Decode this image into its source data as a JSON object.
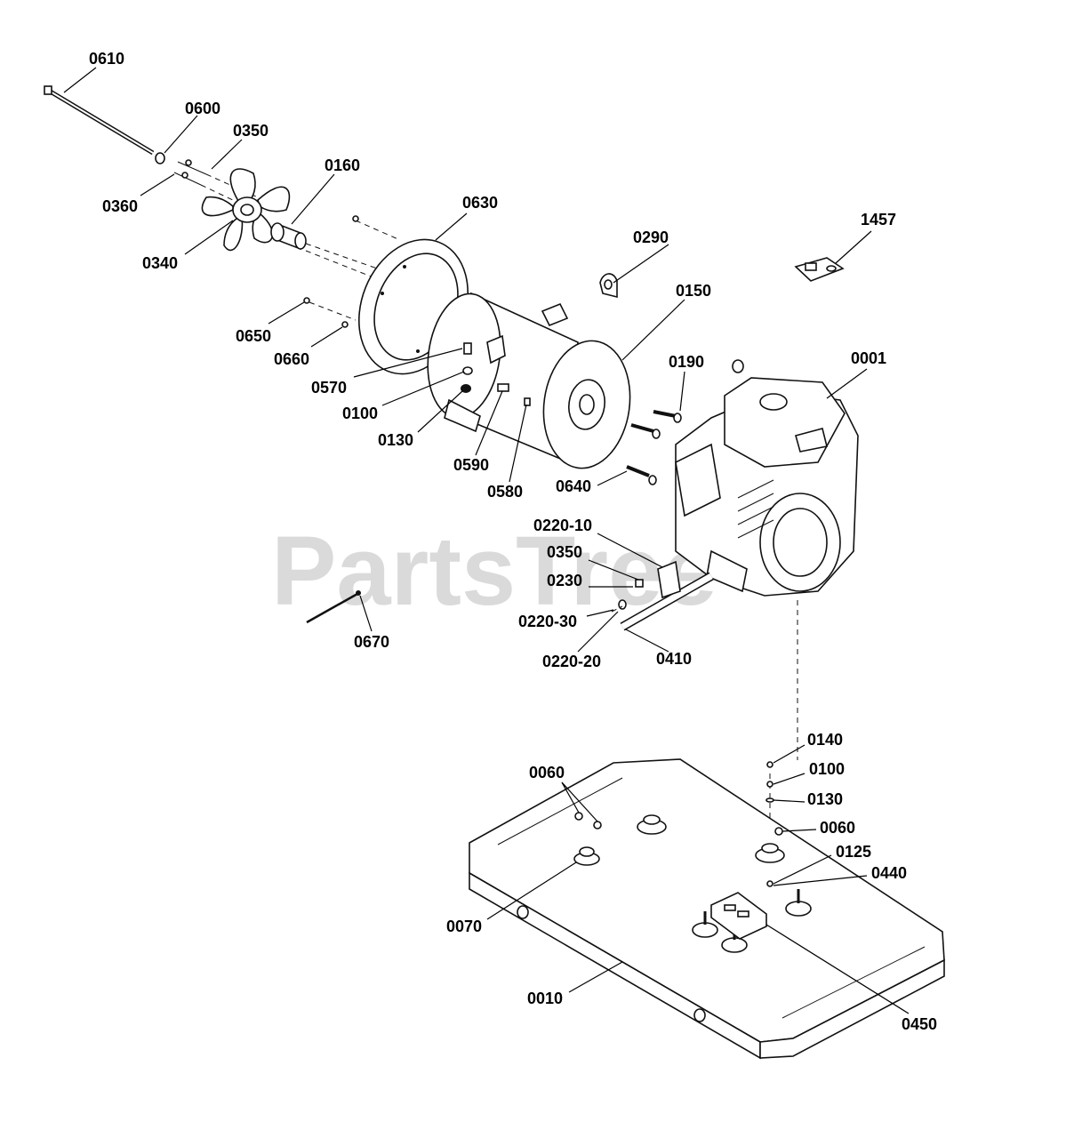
{
  "watermark": "PartsTree",
  "callouts": {
    "c0610": "0610",
    "c0600": "0600",
    "c0350a": "0350",
    "c0360": "0360",
    "c0160": "0160",
    "c0340": "0340",
    "c0630": "0630",
    "c0290": "0290",
    "c1457": "1457",
    "c0150": "0150",
    "c0650": "0650",
    "c0660": "0660",
    "c0570": "0570",
    "c0100a": "0100",
    "c0130a": "0130",
    "c0590": "0590",
    "c0580": "0580",
    "c0190": "0190",
    "c0001": "0001",
    "c0640": "0640",
    "c0220_10": "0220-10",
    "c0350b": "0350",
    "c0230": "0230",
    "c0220_30": "0220-30",
    "c0220_20": "0220-20",
    "c0410": "0410",
    "c0670": "0670",
    "c0140": "0140",
    "c0100b": "0100",
    "c0130b": "0130",
    "c0060a": "0060",
    "c0060b": "0060",
    "c0125": "0125",
    "c0440": "0440",
    "c0070": "0070",
    "c0010": "0010",
    "c0450": "0450"
  },
  "colors": {
    "line": "#111111",
    "watermark": "#bdbdbd",
    "background": "#ffffff"
  }
}
